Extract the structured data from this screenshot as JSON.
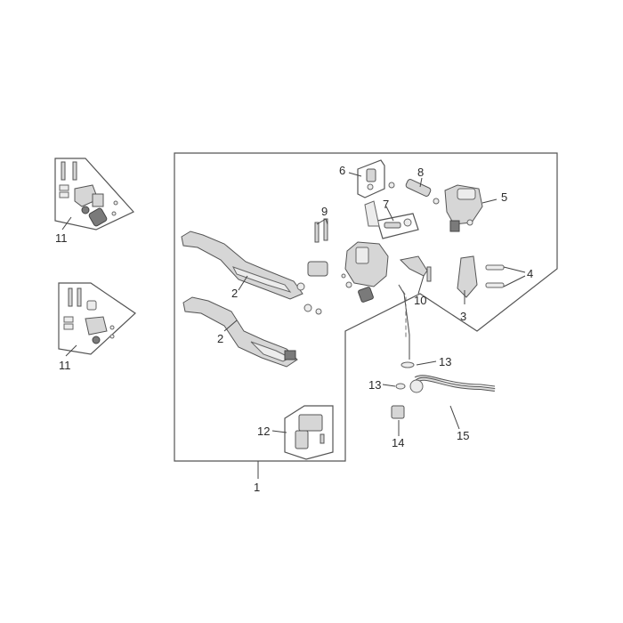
{
  "callouts": {
    "c1": "1",
    "c2a": "2",
    "c2b": "2",
    "c3": "3",
    "c4": "4",
    "c5": "5",
    "c6": "6",
    "c7": "7",
    "c8": "8",
    "c9": "9",
    "c10": "10",
    "c11a": "11",
    "c11b": "11",
    "c12": "12",
    "c13a": "13",
    "c13b": "13",
    "c14": "14",
    "c15": "15"
  }
}
